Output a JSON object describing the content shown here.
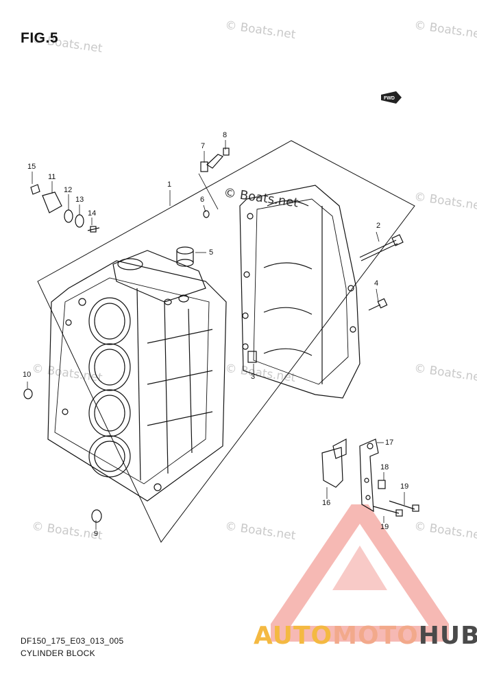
{
  "figure": {
    "title": "FIG.5",
    "code": "DF150_175_E03_013_005",
    "name": "CYLINDER BLOCK",
    "fwd_label": "FWD"
  },
  "watermark": {
    "text": "© Boats.net"
  },
  "logo": {
    "part1": "AUTO",
    "part2": "MOTO",
    "part3": "HUB",
    "color_auto": "#f4b942",
    "color_moto": "#f2a98b",
    "color_hub": "#4a4a4a",
    "triangle_color": "#e8453c"
  },
  "callouts": [
    "1",
    "2",
    "3",
    "4",
    "5",
    "6",
    "7",
    "8",
    "9",
    "10",
    "11",
    "12",
    "13",
    "14",
    "15",
    "16",
    "17",
    "18",
    "19",
    "19"
  ]
}
